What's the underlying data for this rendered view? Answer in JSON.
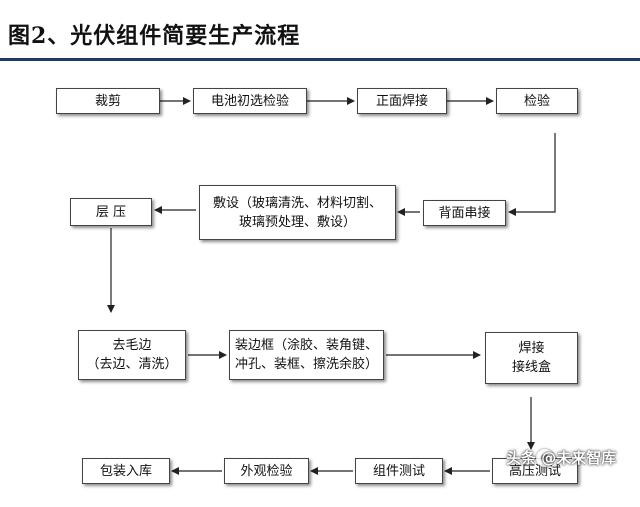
{
  "title": "图2、光伏组件简要生产流程",
  "steps": {
    "cut": "裁剪",
    "cell_test": "电池初选检验",
    "front_weld": "正面焊接",
    "inspect": "检验",
    "back_string": "背面串接",
    "lay1": "敷设（玻璃清洗、材料切割、",
    "lay2": "玻璃预处理、敷设）",
    "laminate": "层 压",
    "trim1": "去毛边",
    "trim2": "（去边、清洗）",
    "frame1": "装边框（涂胶、装角键、",
    "frame2": "冲孔、装框、擦洗余胶）",
    "jbox1": "焊接",
    "jbox2": "接线盒",
    "hipot": "高压测试",
    "module_test": "组件测试",
    "visual": "外观检验",
    "pack": "包装入库"
  },
  "watermark": "头条 @未来智库"
}
